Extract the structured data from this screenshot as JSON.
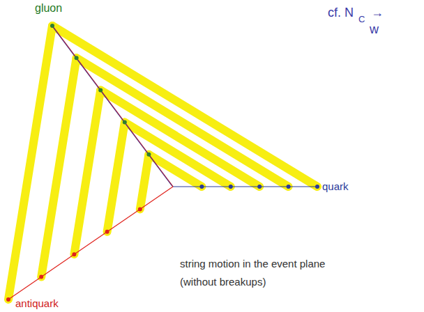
{
  "diagram": {
    "labels": [
      "gluon",
      "cf. N",
      "C",
      "→",
      "w",
      "quark",
      "string motion in the event plane (without breakups)",
      "antiquark"
    ]
  }
}
